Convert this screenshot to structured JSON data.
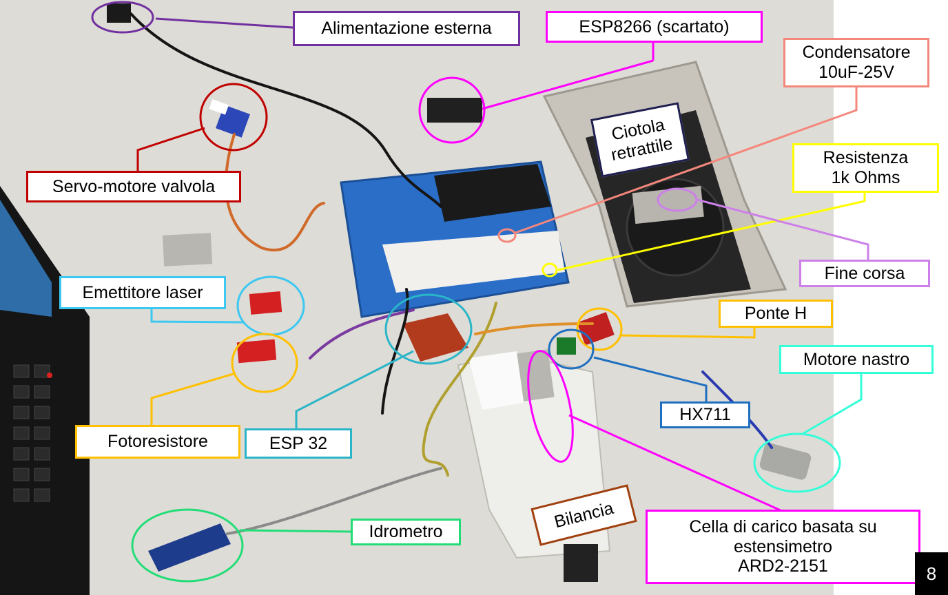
{
  "labels": {
    "alimentazione": "Alimentazione esterna",
    "esp8266": "ESP8266 (scartato)",
    "condensatore_1": "Condensatore",
    "condensatore_2": "10uF-25V",
    "ciotola_1": "Ciotola",
    "ciotola_2": "retrattile",
    "resistenza_1": "Resistenza",
    "resistenza_2": "1k Ohms",
    "servo": "Servo-motore valvola",
    "fine_corsa": "Fine corsa",
    "emettitore": "Emettitore laser",
    "ponte_h": "Ponte H",
    "motore_nastro": "Motore nastro",
    "hx711": "HX711",
    "fotoresistore": "Fotoresistore",
    "esp32": "ESP 32",
    "bilancia": "Bilancia",
    "idrometro": "Idrometro",
    "cella_1": "Cella di carico basata su",
    "cella_2": "estensimetro",
    "cella_3": "ARD2-2151"
  },
  "page_number": "8",
  "colors": {
    "purple": "#7030a0",
    "magenta": "#ff00ff",
    "salmon": "#f4877c",
    "navy": "#1f1f4f",
    "yellow": "#ffff00",
    "red": "#c00000",
    "lavender": "#cc80e8",
    "cyan": "#3cc8f0",
    "orange": "#ffc000",
    "aqua": "#33ffd8",
    "blue": "#1f6fc0",
    "teal": "#2ab5c8",
    "brown": "#a0400f",
    "green": "#22dd77"
  }
}
